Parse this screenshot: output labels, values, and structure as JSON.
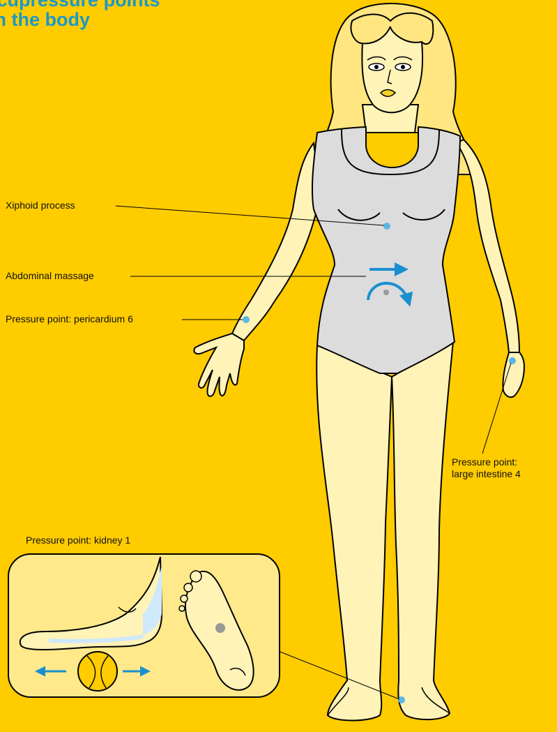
{
  "title": {
    "line1": "Acupressure points",
    "line2": "on the body"
  },
  "labels": {
    "xiphoid": "Xiphoid process",
    "abdominal": "Abdominal massage",
    "pericardium": "Pressure point: pericardium 6",
    "large_intestine_line1": "Pressure point:",
    "large_intestine_line2": "large intestine 4",
    "kidney": "Pressure point: kidney 1"
  },
  "colors": {
    "background": "#ffcc00",
    "title": "#1a98c9",
    "skin": "#fff3b8",
    "swimsuit": "#dcdcdc",
    "point": "#5ab7e6",
    "arrow": "#1a8fd0",
    "inset": "#ffe98a"
  }
}
